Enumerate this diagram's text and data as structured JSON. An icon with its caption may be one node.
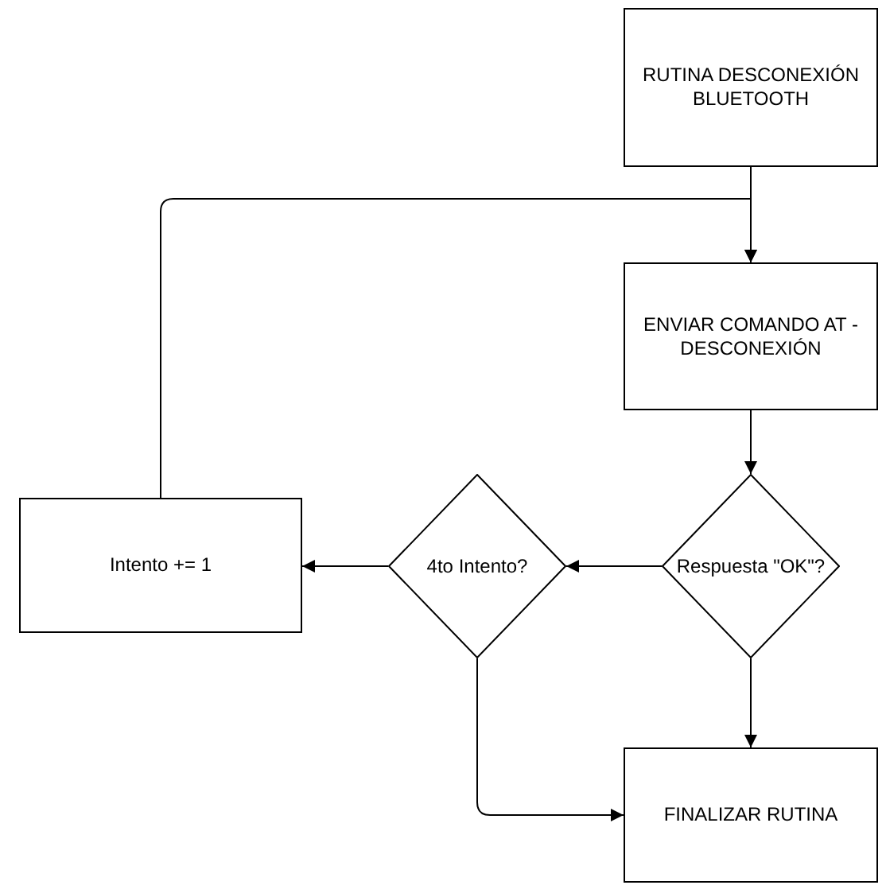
{
  "diagram": {
    "nodes": [
      {
        "text": [
          "RUTINA DESCONEXIÓN BLUETOOTH"
        ]
      },
      {
        "text": [
          "ENVIAR COMANDO AT - DESCONEXIÓN"
        ]
      },
      {
        "text": [
          "Respuesta \"OK\"?"
        ]
      },
      {
        "text": [
          "4to Intento?"
        ]
      },
      {
        "text": [
          "Intento += 1"
        ]
      },
      {
        "text": [
          "FINALIZAR RUTINA"
        ]
      }
    ],
    "edges": [
      {
        "from": 0,
        "to": 1,
        "arrow": "to"
      },
      {
        "from": 1,
        "to": 2,
        "arrow": "to"
      },
      {
        "from": 2,
        "to": 3,
        "arrow": "to"
      },
      {
        "from": 3,
        "to": 4,
        "arrow": "to"
      },
      {
        "from": 4,
        "to": 1,
        "arrow": "to"
      },
      {
        "from": 2,
        "to": 5,
        "arrow": "to"
      },
      {
        "from": 3,
        "to": 5,
        "arrow": "to"
      }
    ]
  }
}
